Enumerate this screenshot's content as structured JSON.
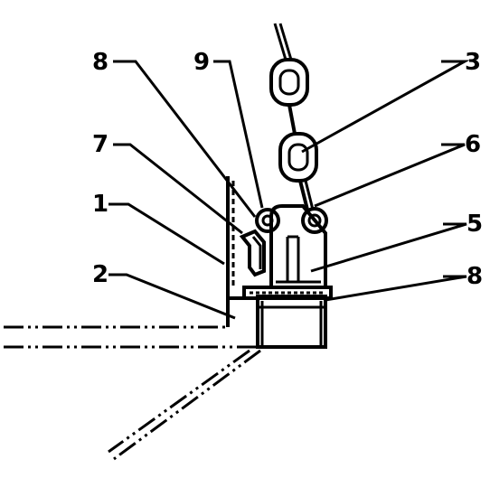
{
  "labels": {
    "l1": "1",
    "l2": "2",
    "l3": "3",
    "l5": "5",
    "l6": "6",
    "l7": "7",
    "l8_top": "8",
    "l8_right": "8",
    "l9": "9"
  }
}
